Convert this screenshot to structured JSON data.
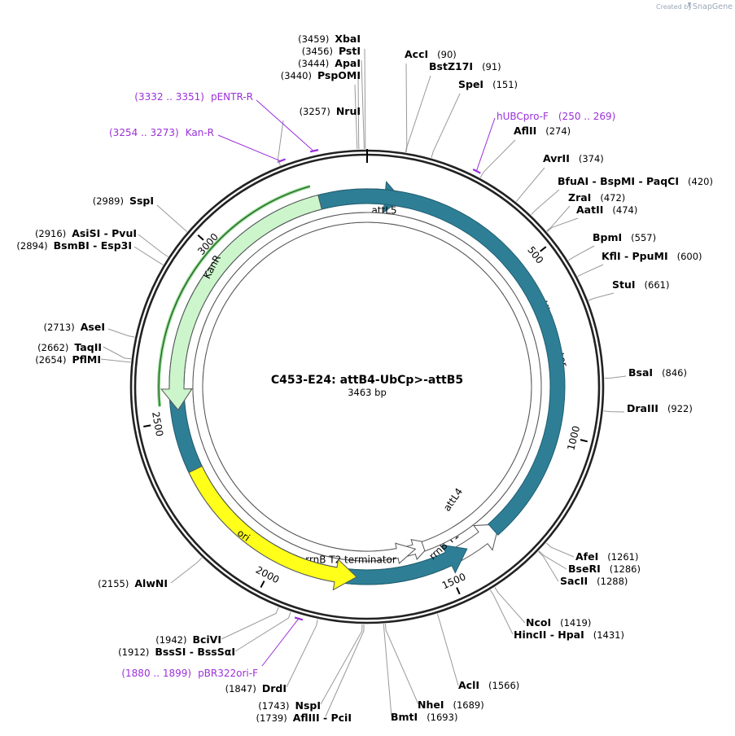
{
  "credit": {
    "prefix": "Created by",
    "brand": "SnapGene"
  },
  "plasmid": {
    "name": "C453-E24: attB4-UbCp>-attB5",
    "length_text": "3463 bp",
    "length": 3463
  },
  "ticks": [
    {
      "pos": 500,
      "label": "500"
    },
    {
      "pos": 1000,
      "label": "1000"
    },
    {
      "pos": 1500,
      "label": "1500"
    },
    {
      "pos": 2000,
      "label": "2000"
    },
    {
      "pos": 2500,
      "label": "2500"
    },
    {
      "pos": 3000,
      "label": "3000"
    }
  ],
  "features": [
    {
      "name": "attL5",
      "start": 3,
      "end": 100,
      "direction": "forward",
      "ring": "outer",
      "color": "#2e7f96",
      "kind": "small",
      "label": "attL5"
    },
    {
      "name": "UbC promoter",
      "start": 120,
      "end": 1310,
      "direction": "reverse",
      "ring": "outer",
      "color": "#ffffff",
      "kind": "promoter",
      "label": "UbC promoter"
    },
    {
      "name": "attL4",
      "start": 1333,
      "end": 1427,
      "direction": "reverse",
      "ring": "outer",
      "color": "#2e7f96",
      "kind": "small",
      "label": "attL4"
    },
    {
      "name": "rrnB T1 terminator",
      "start": 1430,
      "end": 1516,
      "direction": "reverse",
      "ring": "middle",
      "color": "#ffffff",
      "kind": "terminator",
      "label": "rrnB T1 terminator"
    },
    {
      "name": "rrnB T2 terminator",
      "start": 1545,
      "end": 1572,
      "direction": "reverse",
      "ring": "middle",
      "color": "#ffffff",
      "kind": "terminator",
      "label": "rrnB T2 terminator"
    },
    {
      "name": "ori",
      "start": 2350,
      "end": 1762,
      "direction": "reverse",
      "ring": "outer",
      "color": "#ffff1a",
      "kind": "origin",
      "label": "ori"
    },
    {
      "name": "KanR",
      "start": 3325,
      "end": 2530,
      "direction": "reverse",
      "ring": "outer",
      "color": "#ccf5cc",
      "kind": "cds",
      "label": "KanR"
    }
  ],
  "sites": [
    {
      "name": "XbaI",
      "pos": "(3459)"
    },
    {
      "name": "PstI",
      "pos": "(3456)"
    },
    {
      "name": "ApaI",
      "pos": "(3444)"
    },
    {
      "name": "PspOMI",
      "pos": "(3440)"
    },
    {
      "name": "NruI",
      "pos": "(3257)"
    },
    {
      "name": "AccI",
      "pos": "(90)"
    },
    {
      "name": "BstZ17I",
      "pos": "(91)"
    },
    {
      "name": "SpeI",
      "pos": "(151)"
    },
    {
      "name": "AflII",
      "pos": "(274)"
    },
    {
      "name": "AvrII",
      "pos": "(374)"
    },
    {
      "name": "BfuAI  -  BspMI  -  PaqCI",
      "pos": "(420)"
    },
    {
      "name": "ZraI",
      "pos": "(472)"
    },
    {
      "name": "AatII",
      "pos": "(474)"
    },
    {
      "name": "BpmI",
      "pos": "(557)"
    },
    {
      "name": "KflI  -  PpuMI",
      "pos": "(600)"
    },
    {
      "name": "StuI",
      "pos": "(661)"
    },
    {
      "name": "BsaI",
      "pos": "(846)"
    },
    {
      "name": "DraIII",
      "pos": "(922)"
    },
    {
      "name": "AfeI",
      "pos": "(1261)"
    },
    {
      "name": "BseRI",
      "pos": "(1286)"
    },
    {
      "name": "SacII",
      "pos": "(1288)"
    },
    {
      "name": "NcoI",
      "pos": "(1419)"
    },
    {
      "name": "HincII  -  HpaI",
      "pos": "(1431)"
    },
    {
      "name": "AclI",
      "pos": "(1566)"
    },
    {
      "name": "NheI",
      "pos": "(1689)"
    },
    {
      "name": "BmtI",
      "pos": "(1693)"
    },
    {
      "name": "NspI",
      "pos": "(1743)"
    },
    {
      "name": "AflIII  -  PciI",
      "pos": "(1739)"
    },
    {
      "name": "DrdI",
      "pos": "(1847)"
    },
    {
      "name": "BciVI",
      "pos": "(1942)"
    },
    {
      "name": "BssSI  -  BssSαI",
      "pos": "(1912)"
    },
    {
      "name": "AlwNI",
      "pos": "(2155)"
    },
    {
      "name": "PflMI",
      "pos": "(2654)"
    },
    {
      "name": "TaqII",
      "pos": "(2662)"
    },
    {
      "name": "AseI",
      "pos": "(2713)"
    },
    {
      "name": "BsmBI  -  Esp3I",
      "pos": "(2894)"
    },
    {
      "name": "AsiSI  -  PvuI",
      "pos": "(2916)"
    },
    {
      "name": "SspI",
      "pos": "(2989)"
    }
  ],
  "primers": [
    {
      "name": "pENTR-R",
      "pos": "(3332 .. 3351)",
      "start": 3332,
      "end": 3351
    },
    {
      "name": "Kan-R",
      "pos": "(3254 .. 3273)",
      "start": 3254,
      "end": 3273
    },
    {
      "name": "hUBCpro-F",
      "pos": "(250 .. 269)",
      "start": 250,
      "end": 269
    },
    {
      "name": "pBR322ori-F",
      "pos": "(1880 .. 1899)",
      "start": 1880,
      "end": 1899
    }
  ],
  "colors": {
    "backbone": "#222222",
    "primer": "#9b30d9",
    "kanr_inner": "#90d890"
  }
}
